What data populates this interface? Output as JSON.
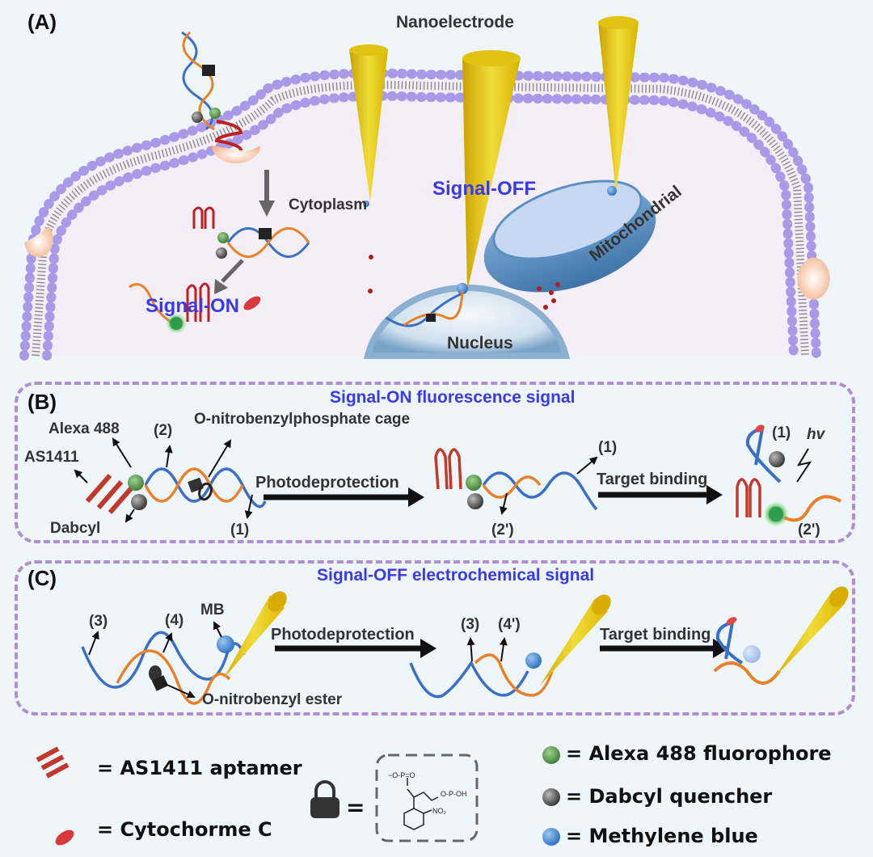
{
  "panel_a": {
    "label": "(A)",
    "nanoelectrode": "Nanoelectrode",
    "cytoplasm": "Cytoplasm",
    "signal_off": "Signal-OFF",
    "signal_on": "Signal-ON",
    "mitochondrial": "Mitochondrial",
    "nucleus": "Nucleus"
  },
  "panel_b": {
    "label": "(B)",
    "title": "Signal-ON fluorescence signal",
    "alexa": "Alexa 488",
    "as1411": "AS1411",
    "dabcyl": "Dabcyl",
    "strand2": "(2)",
    "strand1": "(1)",
    "cage": "O-nitrobenzylphosphate cage",
    "photodeprotection": "Photodeprotection",
    "strand1_b": "(1)",
    "strand2p": "(2')",
    "target_binding": "Target binding",
    "strand1_c": "(1)",
    "hv": "hv",
    "strand2p_b": "(2')"
  },
  "panel_c": {
    "label": "(C)",
    "title": "Signal-OFF electrochemical signal",
    "strand3": "(3)",
    "strand4": "(4)",
    "mb": "MB",
    "ester": "O-nitrobenzyl ester",
    "photodeprotection": "Photodeprotection",
    "strand3_b": "(3)",
    "strand4p": "(4')",
    "target_binding": "Target binding"
  },
  "legend": {
    "aptamer": "= AS1411 aptamer",
    "cytc": "= Cytochorme C",
    "lock_eq": "=",
    "alexa": "= Alexa 488 fluorophore",
    "dabcyl": "= Dabcyl quencher",
    "mb": "= Methylene blue"
  },
  "colors": {
    "title_blue": "#3a3ae6",
    "membrane": "#a99ae8",
    "electrode": "#e8c21a",
    "dashed_border": "#b08fd0",
    "alexa_green": "#5a9a4a",
    "dabcyl_gray": "#555555",
    "mb_blue": "#3f86d6",
    "aptamer_red": "#c0392b"
  }
}
